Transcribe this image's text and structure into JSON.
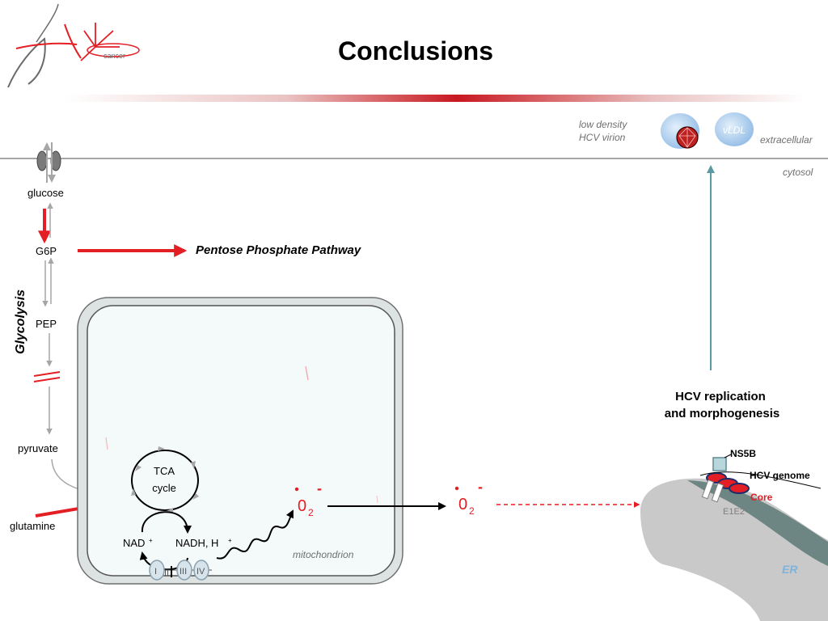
{
  "slide": {
    "title": "Conclusions",
    "logo_text": "cancer"
  },
  "labels": {
    "glucose": "glucose",
    "g6p": "G6P",
    "pentose": "Pentose Phosphate Pathway",
    "glycolysis": "Glycolysis",
    "pep": "PEP",
    "pyruvate": "pyruvate",
    "glutamine": "glutamine",
    "tca_line1": "TCA",
    "tca_line2": "cycle",
    "nad": "NAD",
    "nadh": "NADH, H",
    "complex_1": "I",
    "complex_2": "II",
    "complex_3": "III",
    "complex_4": "IV",
    "mitochondrion": "mitochondrion",
    "o2": "0",
    "o2_sub": "2",
    "o2_minus": "-",
    "low_density_1": "low density",
    "low_density_2": "HCV virion",
    "vldl": "vLDL",
    "extracellular": "extracellular",
    "cytosol": "cytosol",
    "hcv_rep_1": "HCV replication",
    "hcv_rep_2": "and morphogenesis",
    "ns5b": "NS5B",
    "hcv_genome": "HCV genome",
    "core": "Core",
    "e1e2": "E1E2",
    "er": "ER"
  },
  "colors": {
    "red": "#e31e24",
    "teal": "#5b9aa0",
    "gray": "#a6a6a6",
    "er_fill": "#c9c9c9",
    "er_band": "#6d8583",
    "vesicle": "#9cc4ea"
  }
}
